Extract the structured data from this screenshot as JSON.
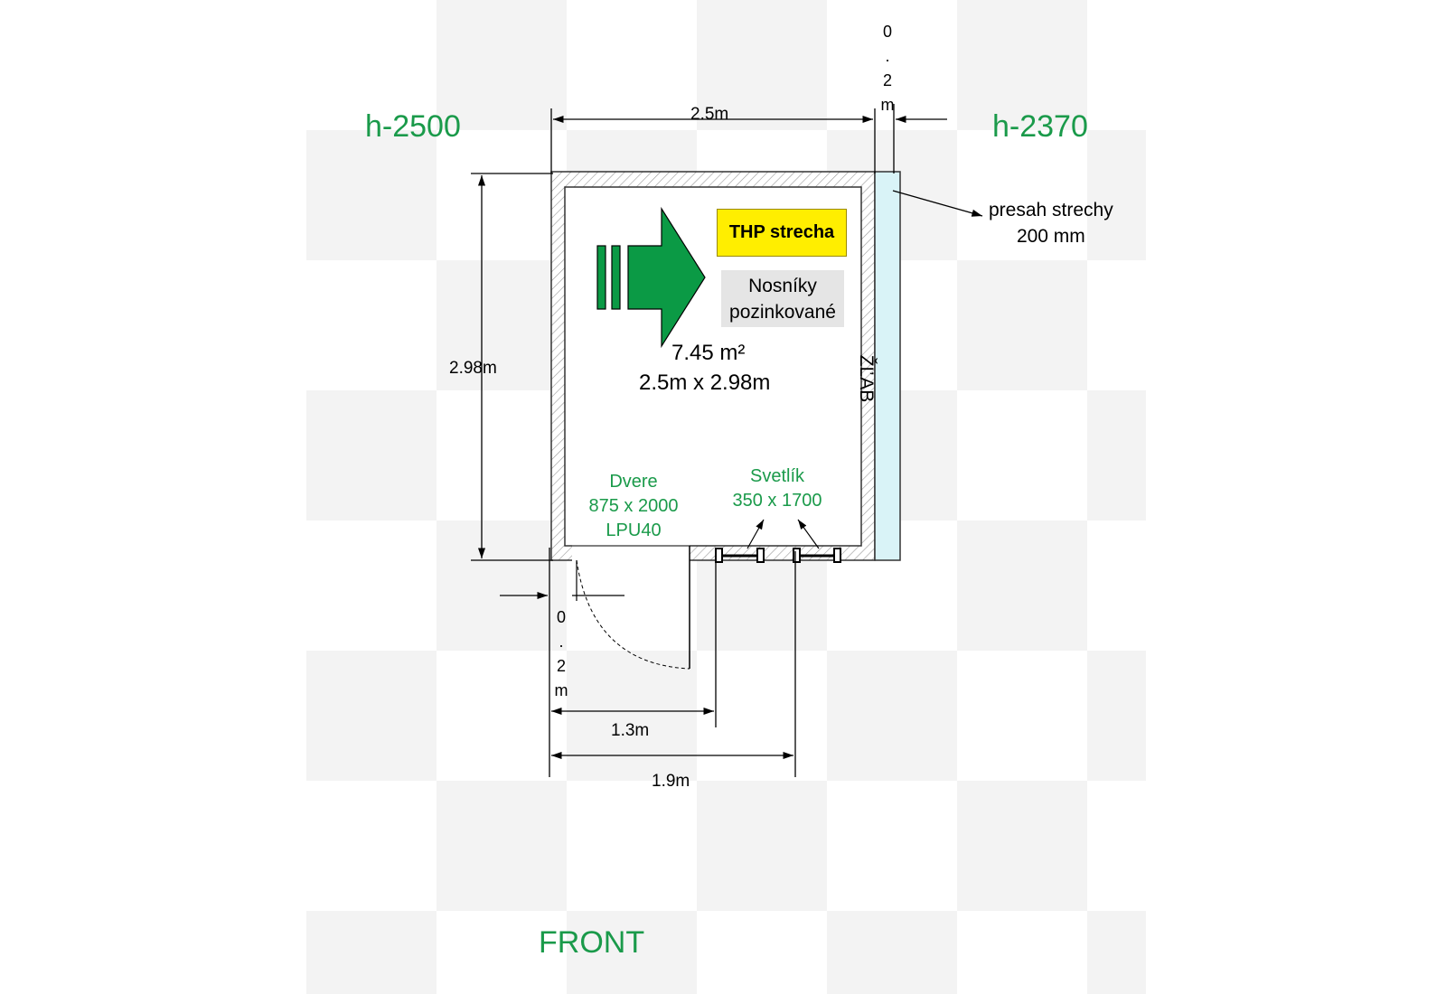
{
  "labels": {
    "height_left": "h-2500",
    "height_right": "h-2370",
    "front": "FRONT",
    "width_dim": "2.5m",
    "depth_dim": "2.98m",
    "overhang_top_chars": [
      "0",
      ".",
      "2",
      "m"
    ],
    "overhang_bottom_chars": [
      "0",
      ".",
      "2",
      "m"
    ],
    "door_offset_dim": "1.3m",
    "window_offset_dim": "1.9m",
    "roof_type": "THP strecha",
    "beams_line1": "Nosníky",
    "beams_line2": "pozinkované",
    "area": "7.45 m²",
    "size": "2.5m x 2.98m",
    "overhang_note_line1": "presah strechy",
    "overhang_note_line2": "200 mm",
    "gutter": "ŽĽAB",
    "door_line1": "Dvere",
    "door_line2": "875 x 2000",
    "door_line3": "LPU40",
    "window_line1": "Svetlík",
    "window_line2": "350 x 1700"
  },
  "colors": {
    "accent_green": "#1a9a4a",
    "arrow_green": "#0b9a45",
    "label_yellow": "#ffee00",
    "gutter_fill": "#d9f3f7",
    "checker_gray": "#f3f3f3"
  }
}
